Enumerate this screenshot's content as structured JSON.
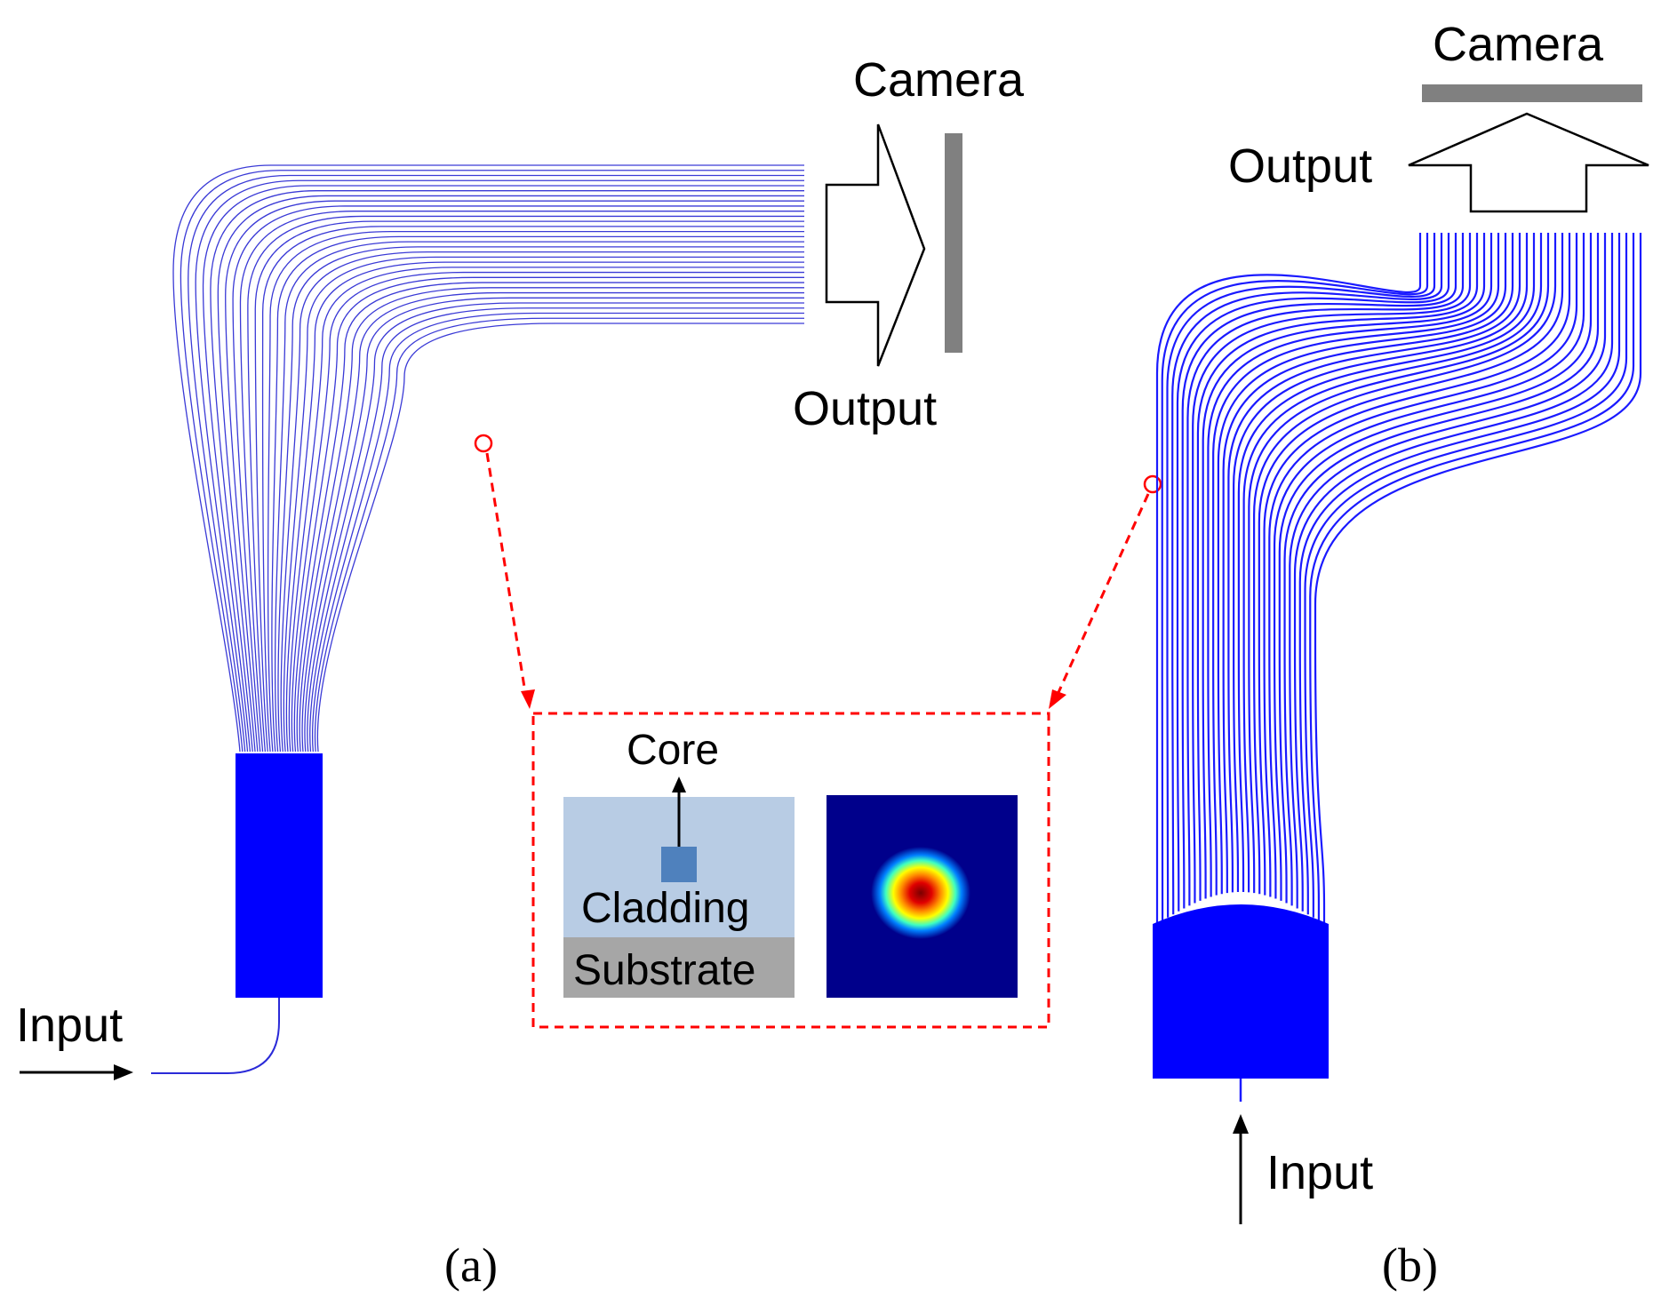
{
  "panel_a": {
    "camera_label": "Camera",
    "output_label": "Output",
    "input_label": "Input",
    "caption": "(a)"
  },
  "panel_b": {
    "camera_label": "Camera",
    "output_label": "Output",
    "input_label": "Input",
    "caption": "(b)"
  },
  "inset": {
    "core_label": "Core",
    "cladding_label": "Cladding",
    "substrate_label": "Substrate"
  },
  "colors": {
    "waveguide": "#1a1aff",
    "waveguide_light": "#3a3ad6",
    "slab": "#0000ff",
    "camera": "#808080",
    "callout": "#ff0000",
    "cladding": "#b8cce4",
    "core": "#4f81bd",
    "substrate": "#a6a6a6",
    "mode_bg": "#00008b"
  },
  "waveguide_count": 32
}
